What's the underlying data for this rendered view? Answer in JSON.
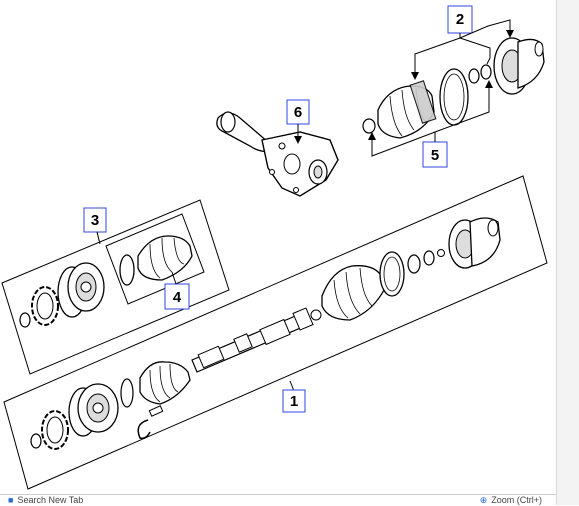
{
  "callouts": [
    {
      "id": "c1",
      "label": "1"
    },
    {
      "id": "c2",
      "label": "2"
    },
    {
      "id": "c3",
      "label": "3"
    },
    {
      "id": "c4",
      "label": "4"
    },
    {
      "id": "c5",
      "label": "5"
    },
    {
      "id": "c6",
      "label": "6"
    }
  ],
  "toolbar": {
    "left_label": "Search New Tab",
    "right_label": "Zoom (Ctrl+)"
  },
  "colors": {
    "callout_border": "#3344dd",
    "line": "#000000",
    "part_fill": "#ffffff",
    "shade": "#c8c8c8"
  }
}
